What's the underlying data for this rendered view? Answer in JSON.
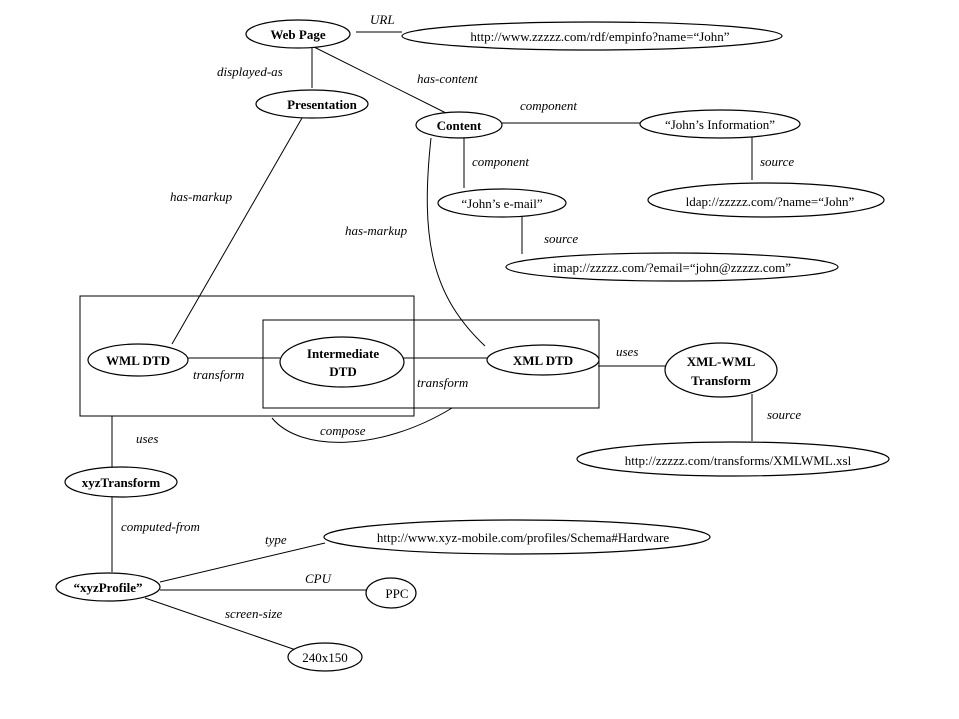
{
  "nodes": {
    "web_page": "Web Page",
    "url_value": "http://www.zzzzz.com/rdf/empinfo?name=“John”",
    "presentation": "Presentation",
    "content": "Content",
    "johns_information": "“John’s Information”",
    "johns_email": "“John’s e-mail”",
    "ldap_source": "ldap://zzzzz.com/?name=“John”",
    "imap_source": "imap://zzzzz.com/?email=“john@zzzzz.com”",
    "wml_dtd": "WML DTD",
    "intermediate_dtd_line1": "Intermediate",
    "intermediate_dtd_line2": "DTD",
    "xml_dtd": "XML DTD",
    "xml_wml_transform_line1": "XML-WML",
    "xml_wml_transform_line2": "Transform",
    "xsl_source": "http://zzzzz.com/transforms/XMLWML.xsl",
    "xyz_transform": "xyzTransform",
    "xyz_profile": "“xyzProfile”",
    "schema_hardware": "http://www.xyz-mobile.com/profiles/Schema#Hardware",
    "ppc": "PPC",
    "screen_240x150": "240x150"
  },
  "edges": {
    "url": "URL",
    "displayed_as": "displayed-as",
    "has_content": "has-content",
    "component_info": "component",
    "component_email": "component",
    "source_ldap": "source",
    "source_imap": "source",
    "has_markup_presentation": "has-markup",
    "has_markup_content": "has-markup",
    "transform_wml": "transform",
    "transform_xml": "transform",
    "uses_xml": "uses",
    "source_xsl": "source",
    "compose": "compose",
    "uses_wml": "uses",
    "computed_from": "computed-from",
    "type": "type",
    "cpu": "CPU",
    "screen_size": "screen-size"
  }
}
